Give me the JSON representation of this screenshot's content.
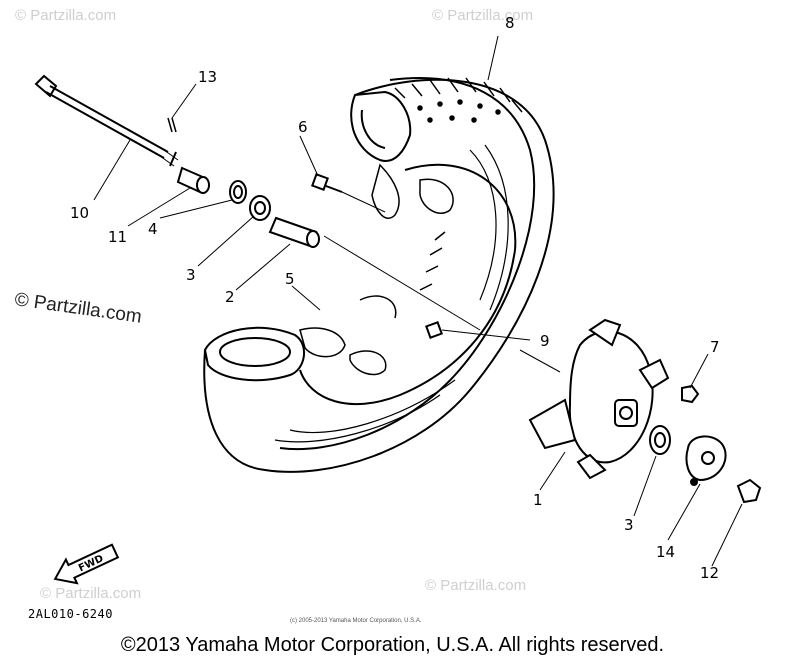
{
  "watermarks": {
    "top_left": "© Partzilla.com",
    "top_right": "© Partzilla.com",
    "mid_left": "© Partzilla.com",
    "bottom_left": "© Partzilla.com",
    "bottom_right": "© Partzilla.com"
  },
  "callouts": {
    "p1": "1",
    "p2": "2",
    "p3a": "3",
    "p3b": "3",
    "p4": "4",
    "p5": "5",
    "p6": "6",
    "p7": "7",
    "p8": "8",
    "p9": "9",
    "p10": "10",
    "p11": "11",
    "p12": "12",
    "p13": "13",
    "p14": "14"
  },
  "fwd_label": "FWD",
  "diagram_code": "2AL010-6240",
  "small_copyright": "(c) 2005-2013 Yamaha Motor Corporation, U.S.A.",
  "footer_copyright": "©2013 Yamaha Motor Corporation, U.S.A. All rights reserved."
}
